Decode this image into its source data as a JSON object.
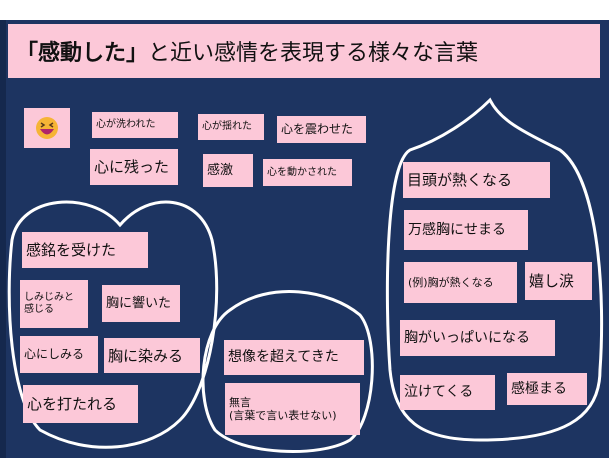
{
  "title": {
    "quoted": "「感動した」",
    "rest": "と近い感情を表現する様々な言葉"
  },
  "emoji": "grinning-squinting-face",
  "words": {
    "w1": "心が洗われた",
    "w2": "心が揺れた",
    "w3": "心を震わせた",
    "w4": "心に残った",
    "w5": "感激",
    "w6": "心を動かされた",
    "w7": "感銘を受けた",
    "w8a": "しみじみと",
    "w8b": "感じる",
    "w9": "胸に響いた",
    "w10": "心にしみる",
    "w11": "胸に染みる",
    "w12": "心を打たれる",
    "w13": "想像を超えてきた",
    "w14a": "無言",
    "w14b": "(言葉で言い表せない)",
    "w15": "目頭が熱くなる",
    "w16": "万感胸にせまる",
    "w17": "(例)胸が熱くなる",
    "w18": "嬉し涙",
    "w19": "胸がいっぱいになる",
    "w20": "泣けてくる",
    "w21": "感極まる"
  },
  "colors": {
    "background": "#1d3461",
    "card": "#fcc8d8",
    "outline": "#ffffff"
  }
}
